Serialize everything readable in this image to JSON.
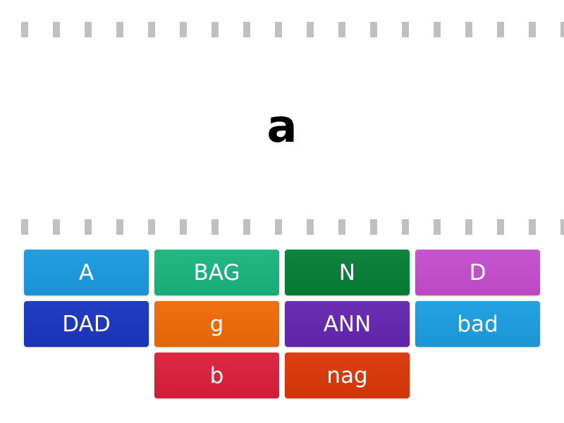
{
  "prompt": {
    "text": "a"
  },
  "dividers": {
    "color": "#c0c0c0",
    "count": 18
  },
  "tiles": [
    {
      "label": "A",
      "color": "#1b99e0",
      "col": 0,
      "row": 0
    },
    {
      "label": "BAG",
      "color": "#19b57f",
      "col": 1,
      "row": 0
    },
    {
      "label": "N",
      "color": "#067f36",
      "col": 2,
      "row": 0
    },
    {
      "label": "D",
      "color": "#c44dce",
      "col": 3,
      "row": 0
    },
    {
      "label": "DAD",
      "color": "#1a35c2",
      "col": 0,
      "row": 1
    },
    {
      "label": "g",
      "color": "#f06a07",
      "col": 1,
      "row": 1
    },
    {
      "label": "ANN",
      "color": "#6426b2",
      "col": 2,
      "row": 1
    },
    {
      "label": "bad",
      "color": "#1c9ee0",
      "col": 3,
      "row": 1
    },
    {
      "label": "b",
      "color": "#dc1f3b",
      "col": 1,
      "row": 2
    },
    {
      "label": "nag",
      "color": "#db3808",
      "col": 2,
      "row": 2
    }
  ]
}
